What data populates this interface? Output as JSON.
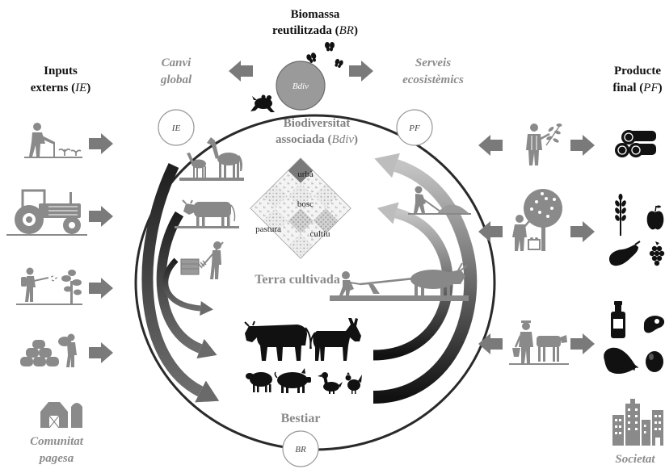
{
  "top": {
    "line1": "Biomassa",
    "line2_pre": "reutilitzada (",
    "abbr": "BR",
    "line2_post": ")"
  },
  "left_header": {
    "line1": "Inputs",
    "line2_pre": "externs (",
    "abbr": "IE",
    "line2_post": ")"
  },
  "right_header": {
    "line1": "Producte",
    "line2_pre": "final (",
    "abbr": "PF",
    "line2_post": ")"
  },
  "canvi_global": {
    "line1": "Canvi",
    "line2": "global"
  },
  "serveis": {
    "line1": "Serveis",
    "line2": "ecosistèmics"
  },
  "nodes": {
    "ie": "IE",
    "pf": "PF",
    "br": "BR",
    "bdiv": "Bdiv"
  },
  "biodiversitat": {
    "line1": "Biodiversitat",
    "line2_pre": "associada (",
    "abbr": "Bdiv",
    "line2_post": ")"
  },
  "landscape": {
    "urba": "urbà",
    "bosc": "bosc",
    "pastura": "pastura",
    "cultiu": "cultiu"
  },
  "terra_cultivada": "Terra cultivada",
  "bestiar": "Bestiar",
  "comunitat": {
    "line1": "Comunitat",
    "line2": "pagesa"
  },
  "societat": "Societat",
  "icons": {
    "inputs": [
      "farmer-sowing-icon",
      "tractor-icon",
      "sprayer-icon",
      "feed-sacks-icon"
    ],
    "community": "barn-icon",
    "services": [
      "farmer-branch-icon",
      "fruit-harvest-icon",
      "dairy-farmer-icon"
    ],
    "products": [
      "firewood-logs-icon",
      "wheat-icon",
      "apple-icon",
      "eggplant-icon",
      "berry-icon",
      "milk-bottle-icon",
      "steak-icon",
      "ham-icon",
      "egg-icon"
    ],
    "society": "city-icon",
    "livestock": [
      "cow-icon",
      "donkey-icon",
      "sheep-icon",
      "pig-icon",
      "duck-icon",
      "chicken-icon"
    ],
    "biodiversity": [
      "butterfly-icon",
      "frog-icon"
    ]
  },
  "colors": {
    "text_dark": "#111111",
    "text_gray": "#8c8c8c",
    "icon_gray": "#8a8a8a",
    "icon_black": "#111111",
    "circle_stroke": "#2a2a2a",
    "bdiv_fill": "#9a9a9a"
  }
}
